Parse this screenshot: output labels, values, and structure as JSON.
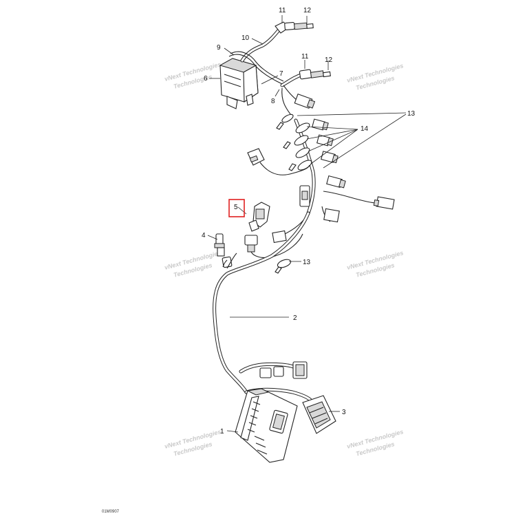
{
  "diagram": {
    "callouts": {
      "c1": "1",
      "c2": "2",
      "c3": "3",
      "c4": "4",
      "c5": "5",
      "c6": "6",
      "c7": "7",
      "c8": "8",
      "c9": "9",
      "c10": "10",
      "c11a": "11",
      "c12a": "12",
      "c11b": "11",
      "c12b": "12",
      "c13a": "13",
      "c13b": "13",
      "c14": "14"
    },
    "highlighted_callout": "5",
    "highlight_color": "#e02020",
    "watermark": {
      "line1": "vNext Technologies",
      "line2": "Technologies"
    },
    "reference_code": "01M0907"
  }
}
